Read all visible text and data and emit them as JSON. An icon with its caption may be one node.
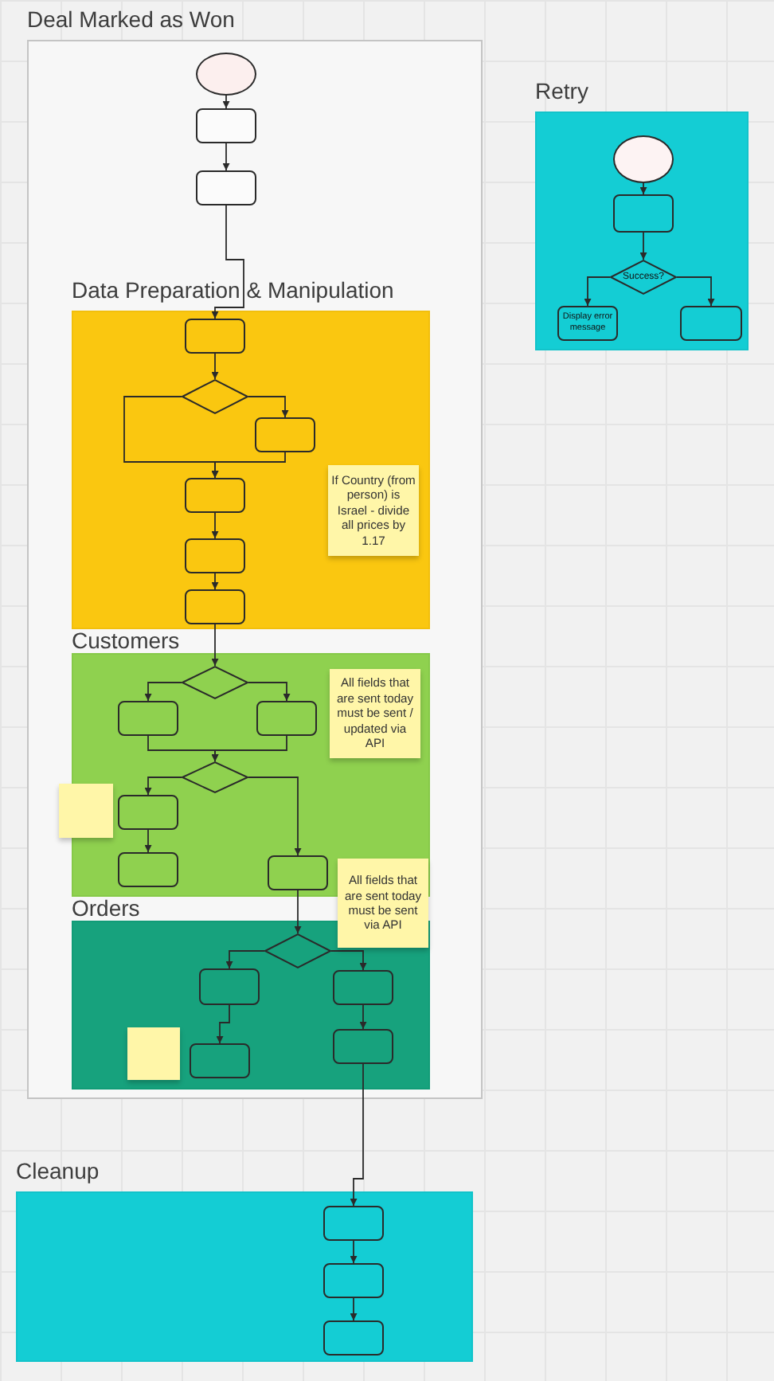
{
  "diagram": {
    "nodes": [
      {
        "text": [
          "Deal Marked as Won"
        ]
      },
      {
        "text": [],
        "shape": "oval",
        "in": 0
      },
      {
        "text": [],
        "shape": "box",
        "in": 0
      },
      {
        "text": [],
        "shape": "box",
        "in": 0
      },
      {
        "text": [
          "Data Preparation & Manipulation"
        ],
        "in": 0
      },
      {
        "text": [],
        "shape": "box",
        "in": 4
      },
      {
        "text": [],
        "shape": "diamond",
        "in": 4
      },
      {
        "text": [],
        "shape": "box",
        "in": 4
      },
      {
        "text": [
          "If Country (from person) is Israel - divide all prices by 1.17"
        ],
        "in": 4
      },
      {
        "text": [],
        "shape": "box",
        "in": 4
      },
      {
        "text": [],
        "shape": "box",
        "in": 4
      },
      {
        "text": [],
        "shape": "box",
        "in": 4
      },
      {
        "text": [
          "Customers"
        ],
        "in": 0
      },
      {
        "text": [],
        "shape": "diamond",
        "in": 12
      },
      {
        "text": [],
        "shape": "box",
        "in": 12
      },
      {
        "text": [],
        "shape": "box",
        "in": 12
      },
      {
        "text": [
          "All fields that are sent today must be sent / updated via API"
        ],
        "in": 12
      },
      {
        "text": [],
        "shape": "diamond",
        "in": 12
      },
      {
        "text": [],
        "shape": "box",
        "in": 0
      },
      {
        "text": [],
        "shape": "box",
        "in": 12
      },
      {
        "text": [],
        "shape": "box",
        "in": 12
      },
      {
        "text": [],
        "shape": "box",
        "in": 12
      },
      {
        "text": [
          "All fields that are sent today must be sent via API"
        ],
        "in": 0
      },
      {
        "text": [
          "Orders"
        ],
        "in": 0
      },
      {
        "text": [],
        "shape": "diamond",
        "in": 23
      },
      {
        "text": [],
        "shape": "box",
        "in": 23
      },
      {
        "text": [],
        "shape": "box",
        "in": 23
      },
      {
        "text": [],
        "shape": "box",
        "in": 23
      },
      {
        "text": [],
        "shape": "box",
        "in": 23
      },
      {
        "text": [],
        "shape": "box",
        "in": 23
      },
      {
        "text": [
          "Cleanup"
        ]
      },
      {
        "text": [],
        "shape": "box",
        "in": 30
      },
      {
        "text": [],
        "shape": "box",
        "in": 30
      },
      {
        "text": [],
        "shape": "box",
        "in": 30
      },
      {
        "text": [
          "Retry"
        ]
      },
      {
        "text": [],
        "shape": "oval",
        "in": 34
      },
      {
        "text": [],
        "shape": "box",
        "in": 34
      },
      {
        "text": [
          "Success?"
        ],
        "in": 34
      },
      {
        "text": [
          "Display error message"
        ],
        "in": 34
      },
      {
        "text": [],
        "shape": "box",
        "in": 34
      }
    ],
    "edges": [
      {
        "from": 1,
        "to": 2,
        "arrow": "to"
      },
      {
        "from": 2,
        "to": 3,
        "arrow": "to"
      },
      {
        "from": 3,
        "to": 5,
        "arrow": "to"
      },
      {
        "from": 5,
        "to": 6,
        "arrow": "to"
      },
      {
        "from": 6,
        "to": 7,
        "arrow": "to"
      },
      {
        "from": 6,
        "to": 9,
        "arrow": "to"
      },
      {
        "from": 7,
        "to": 9,
        "arrow": "to"
      },
      {
        "from": 9,
        "to": 10,
        "arrow": "to"
      },
      {
        "from": 10,
        "to": 11,
        "arrow": "to"
      },
      {
        "from": 11,
        "to": 13,
        "arrow": "to"
      },
      {
        "from": 13,
        "to": 14,
        "arrow": "to"
      },
      {
        "from": 13,
        "to": 15,
        "arrow": "to"
      },
      {
        "from": 14,
        "to": 17,
        "arrow": "to"
      },
      {
        "from": 15,
        "to": 17,
        "arrow": "to"
      },
      {
        "from": 17,
        "to": 19,
        "arrow": "to"
      },
      {
        "from": 17,
        "to": 21,
        "arrow": "to"
      },
      {
        "from": 19,
        "to": 20,
        "arrow": "to"
      },
      {
        "from": 21,
        "to": 24,
        "arrow": "to"
      },
      {
        "from": 24,
        "to": 25,
        "arrow": "to"
      },
      {
        "from": 24,
        "to": 26,
        "arrow": "to"
      },
      {
        "from": 26,
        "to": 27,
        "arrow": "to"
      },
      {
        "from": 25,
        "to": 29,
        "arrow": "to"
      },
      {
        "from": 27,
        "to": 31,
        "arrow": "to"
      },
      {
        "from": 31,
        "to": 32,
        "arrow": "to"
      },
      {
        "from": 32,
        "to": 33,
        "arrow": "to"
      },
      {
        "from": 35,
        "to": 36,
        "arrow": "to"
      },
      {
        "from": 36,
        "to": 37,
        "arrow": "to"
      },
      {
        "from": 37,
        "to": 38,
        "arrow": "to"
      },
      {
        "from": 37,
        "to": 39,
        "arrow": "to"
      }
    ]
  }
}
